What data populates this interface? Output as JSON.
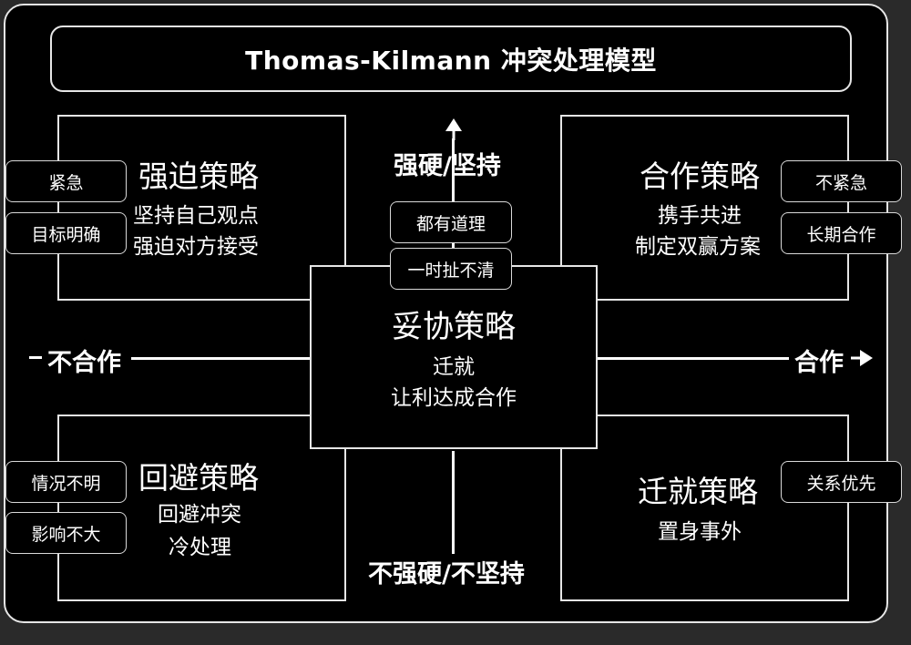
{
  "title": "Thomas-Kilmann 冲突处理模型",
  "axes": {
    "top": "强硬/坚持",
    "bottom": "不强硬/不坚持",
    "left": "不合作",
    "right": "合作"
  },
  "center": {
    "title": "妥协策略",
    "desc": [
      "迁就",
      "让利达成合作"
    ],
    "tags": [
      "都有道理",
      "一时扯不清"
    ]
  },
  "top_left": {
    "title": "强迫策略",
    "desc": [
      "坚持自己观点",
      "强迫对方接受"
    ],
    "tags": [
      "紧急",
      "目标明确"
    ]
  },
  "top_right": {
    "title": "合作策略",
    "desc": [
      "携手共进",
      "制定双赢方案"
    ],
    "tags": [
      "不紧急",
      "长期合作"
    ]
  },
  "bottom_left": {
    "title": "回避策略",
    "desc": [
      "回避冲突",
      "冷处理"
    ],
    "tags": [
      "情况不明",
      "影响不大"
    ]
  },
  "bottom_right": {
    "title": "迁就策略",
    "desc": [
      "置身事外"
    ],
    "tags": [
      "关系优先"
    ]
  },
  "colors": {
    "background": "#000000",
    "foreground": "#ffffff",
    "border": "#e6e6e6"
  }
}
